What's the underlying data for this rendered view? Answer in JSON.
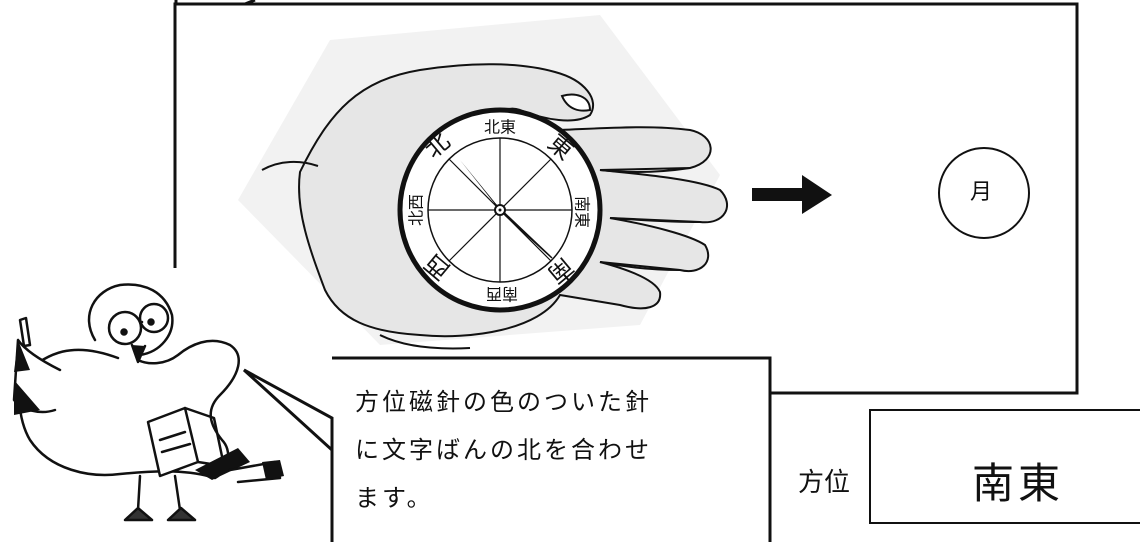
{
  "compass": {
    "directions": {
      "north": "北",
      "northeast": "北東",
      "east": "東",
      "southeast": "南東",
      "south": "南",
      "southwest": "南西",
      "west": "西",
      "northwest": "北西"
    }
  },
  "moon_label": "月",
  "speech_bubble": {
    "lines": [
      "方位磁針の色のついた針",
      "に文字ばんの北を合わせ",
      "ます。"
    ]
  },
  "answer": {
    "label": "方位",
    "value": "南東"
  },
  "colors": {
    "ink": "#111111",
    "skin_shade": "#e9e9e9"
  }
}
